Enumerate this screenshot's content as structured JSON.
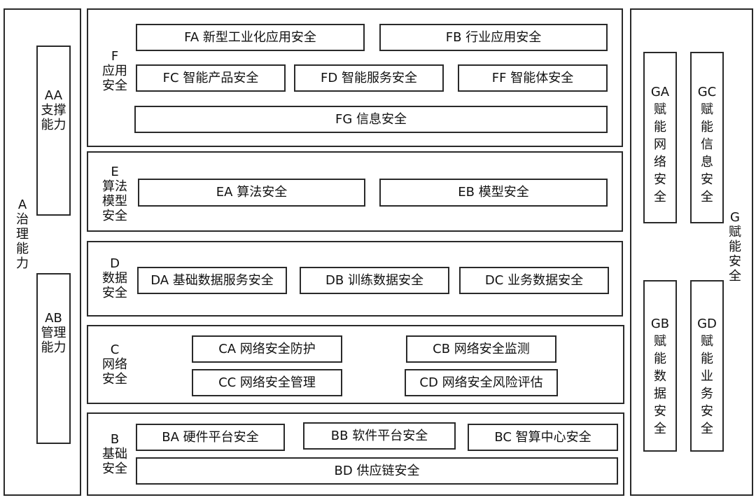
{
  "domains": {
    "A": {
      "code": "A",
      "chars": [
        "治",
        "理",
        "能",
        "力"
      ]
    },
    "AA": {
      "code": "AA",
      "chars": [
        "支撑",
        "能力"
      ]
    },
    "AB": {
      "code": "AB",
      "chars": [
        "管理",
        "能力"
      ]
    },
    "F": {
      "code": "F",
      "chars": [
        "应用",
        "安全"
      ]
    },
    "E": {
      "code": "E",
      "chars": [
        "算法",
        "模型",
        "安全"
      ]
    },
    "D": {
      "code": "D",
      "chars": [
        "数据",
        "安全"
      ]
    },
    "C": {
      "code": "C",
      "chars": [
        "网络",
        "安全"
      ]
    },
    "B": {
      "code": "B",
      "chars": [
        "基础",
        "安全"
      ]
    },
    "G": {
      "code": "G",
      "chars": [
        "赋",
        "能",
        "安",
        "全"
      ]
    },
    "GA": {
      "code": "GA",
      "chars": [
        "赋",
        "能",
        "网",
        "络",
        "安",
        "全"
      ]
    },
    "GC": {
      "code": "GC",
      "chars": [
        "赋",
        "能",
        "信",
        "息",
        "安",
        "全"
      ]
    },
    "GB": {
      "code": "GB",
      "chars": [
        "赋",
        "能",
        "数",
        "据",
        "安",
        "全"
      ]
    },
    "GD": {
      "code": "GD",
      "chars": [
        "赋",
        "能",
        "业",
        "务",
        "安",
        "全"
      ]
    }
  },
  "items": {
    "FA": "FA 新型工业化应用安全",
    "FB": "FB 行业应用安全",
    "FC": "FC 智能产品安全",
    "FD": "FD 智能服务安全",
    "FF": "FF 智能体安全",
    "FG": "FG 信息安全",
    "EA": "EA 算法安全",
    "EB": "EB 模型安全",
    "DA": "DA 基础数据服务安全",
    "DB": "DB 训练数据安全",
    "DC": "DC 业务数据安全",
    "CA": "CA 网络安全防护",
    "CB": "CB 网络安全监测",
    "CC": "CC 网络安全管理",
    "CD": "CD 网络安全风险评估",
    "BA": "BA 硬件平台安全",
    "BB": "BB 软件平台安全",
    "BC": "BC 智算中心安全",
    "BD": "BD 供应链安全"
  }
}
